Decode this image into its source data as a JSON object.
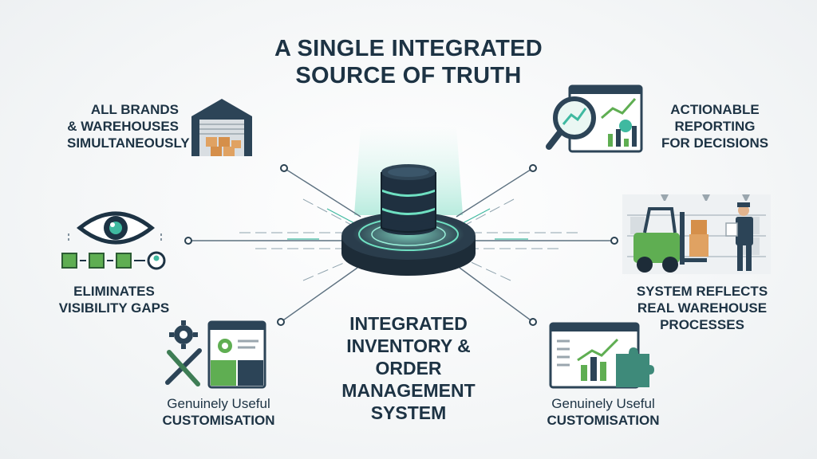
{
  "title": {
    "line1": "A SINGLE INTEGRATED",
    "line2": "SOURCE OF TRUTH"
  },
  "hub": {
    "icon": "database-icon",
    "lines": [
      "INTEGRATED",
      "INVENTORY &",
      "ORDER",
      "MANAGEMENT",
      "SYSTEM"
    ]
  },
  "nodes": {
    "top_left": {
      "icon": "warehouse-icon",
      "lines": [
        "ALL BRANDS",
        "& WAREHOUSES",
        "SIMULTANEOUSLY"
      ]
    },
    "mid_left": {
      "icon": "eye-icon",
      "lines": [
        "ELIMINATES",
        "VISIBILITY GAPS"
      ]
    },
    "bottom_left": {
      "icon": "tools-icon",
      "line1": "Genuinely Useful",
      "line2": "CUSTOMISATION"
    },
    "top_right": {
      "icon": "magnifier-chart-icon",
      "lines": [
        "ACTIONABLE",
        "REPORTING",
        "FOR DECISIONS"
      ]
    },
    "mid_right": {
      "icon": "forklift-icon",
      "lines": [
        "SYSTEM REFLECTS",
        "REAL WAREHOUSE",
        "PROCESSES"
      ]
    },
    "bottom_right": {
      "icon": "puzzle-chart-icon",
      "line1": "Genuinely Useful",
      "line2": "CUSTOMISATION"
    }
  },
  "colors": {
    "navy": "#1d3344",
    "teal": "#3fb9a0",
    "green": "#5fae52"
  }
}
